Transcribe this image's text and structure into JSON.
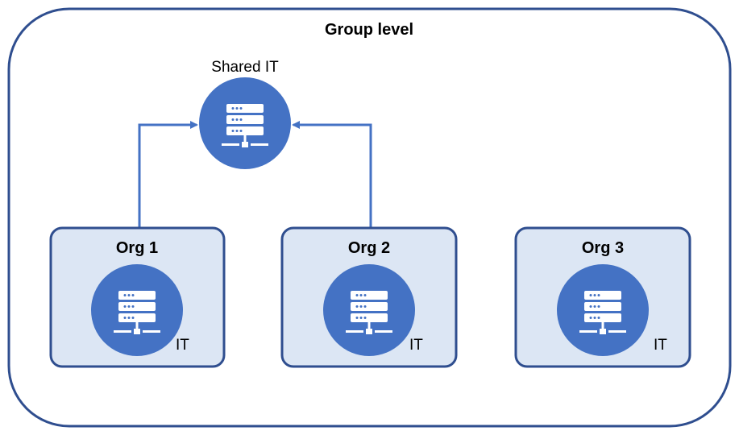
{
  "group": {
    "title": "Group level"
  },
  "shared": {
    "label": "Shared IT",
    "icon": "server-icon"
  },
  "orgs": [
    {
      "title": "Org 1",
      "it_label": "IT",
      "icon": "server-icon"
    },
    {
      "title": "Org 2",
      "it_label": "IT",
      "icon": "server-icon"
    },
    {
      "title": "Org 3",
      "it_label": "IT",
      "icon": "server-icon"
    }
  ],
  "colors": {
    "border": "#2f4e8f",
    "node": "#4472c4",
    "org_fill": "#dce6f4",
    "arrow": "#4472c4",
    "icon": "#ffffff"
  }
}
